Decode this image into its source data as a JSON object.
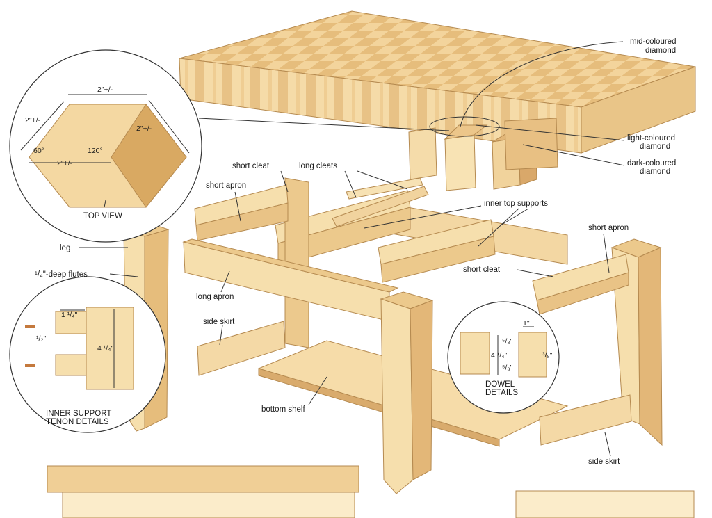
{
  "labels": {
    "mid_diamond_1": "mid-coloured",
    "mid_diamond_2": "diamond",
    "light_diamond_1": "light-coloured",
    "light_diamond_2": "diamond",
    "dark_diamond_1": "dark-coloured",
    "dark_diamond_2": "diamond",
    "short_cleat_top": "short cleat",
    "long_cleats": "long cleats",
    "short_apron_left": "short apron",
    "inner_top_supports": "inner top supports",
    "short_apron_right": "short apron",
    "short_cleat_right": "short cleat",
    "leg": "leg",
    "flutes": "¹/₄\"-deep flutes",
    "long_apron": "long apron",
    "side_skirt_left": "side skirt",
    "bottom_shelf": "bottom shelf",
    "side_skirt_right": "side skirt"
  },
  "top_view": {
    "title": "TOP VIEW",
    "dim_top": "2\"+/-",
    "dim_left": "2\"+/-",
    "dim_right": "2\"+/-",
    "dim_bottom": "2\"+/-",
    "angle_left": "60°",
    "angle_right": "120°"
  },
  "tenon_details": {
    "title_1": "INNER SUPPORT",
    "title_2": "TENON DETAILS",
    "dim_width": "1 ¹/₄\"",
    "dim_small": "¹/₂\"",
    "dim_height": "4 ¹/₄\""
  },
  "dowel_details": {
    "title_1": "DOWEL",
    "title_2": "DETAILS",
    "dim_top": "1\"",
    "dim_a": "⁵/₈\"",
    "dim_height": "4 ¹/₄\"",
    "dim_b": "⁵/₈\"",
    "dim_right": "³/₈\""
  },
  "colors": {
    "wood_light": "#f6dfac",
    "wood_mid": "#ebc585",
    "wood_dark": "#d7a461",
    "wood_edge": "#b58a50",
    "line": "#333333"
  }
}
